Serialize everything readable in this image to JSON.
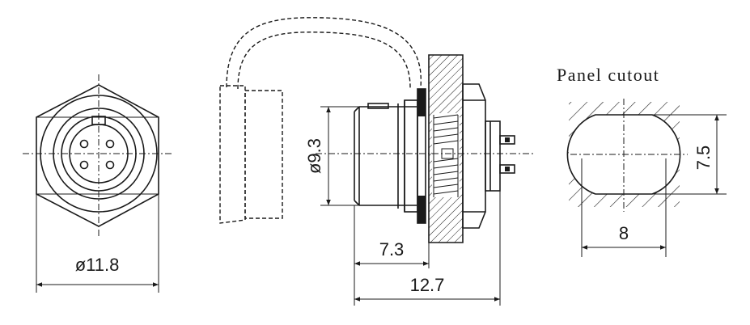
{
  "panel_cutout_label": "Panel cutout",
  "dimensions": {
    "front_diameter": "ø11.8",
    "body_diameter": "ø9.3",
    "body_length": "7.3",
    "overall_length": "12.7",
    "cutout_width": "8",
    "cutout_height": "7.5"
  }
}
